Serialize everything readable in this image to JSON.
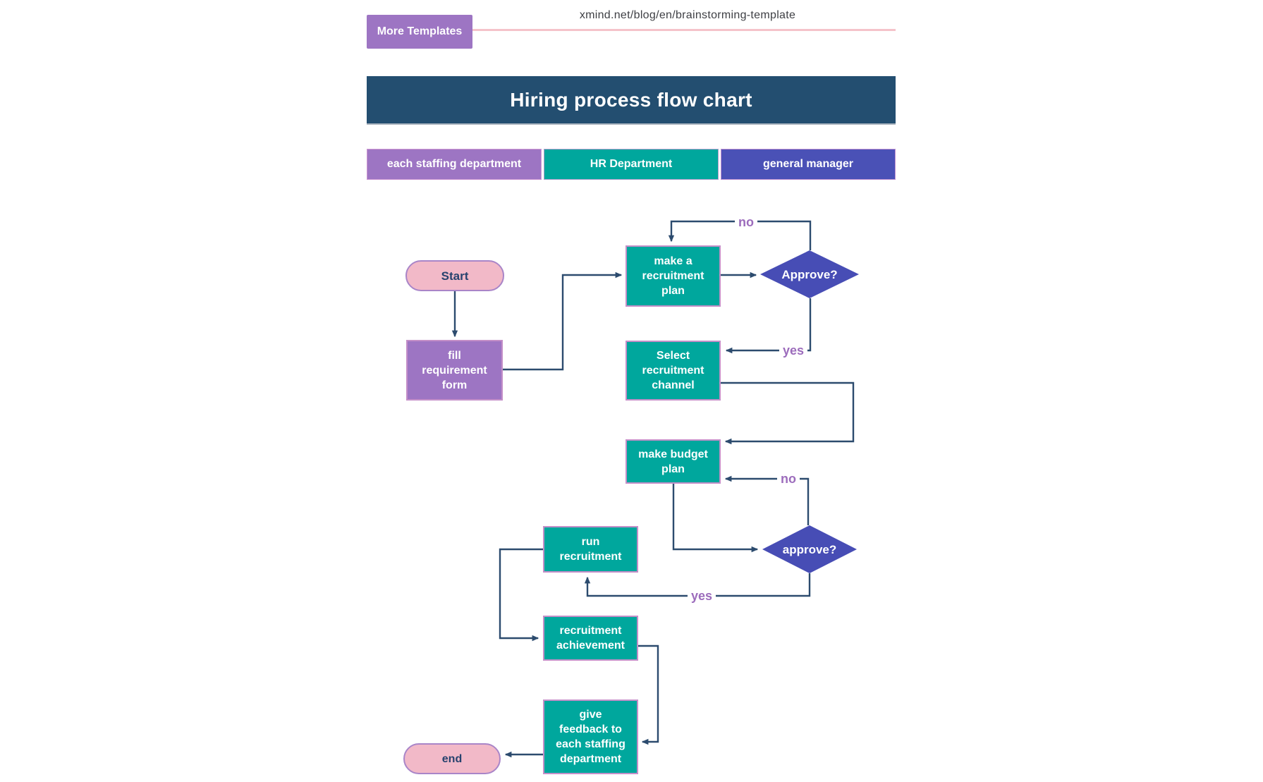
{
  "header": {
    "more_templates_label": "More Templates",
    "url_text": "xmind.net/blog/en/brainstorming-template",
    "title": "Hiring process flow chart"
  },
  "lanes": [
    {
      "label": "each staffing department"
    },
    {
      "label": "HR Department"
    },
    {
      "label": "general manager"
    }
  ],
  "nodes": {
    "start": {
      "shape": "terminator",
      "label": "Start"
    },
    "fill_form": {
      "shape": "process",
      "label": "fill\nrequirement\nform"
    },
    "make_plan": {
      "shape": "process",
      "label": "make a\nrecruitment\nplan"
    },
    "approve_1": {
      "shape": "decision",
      "label": "Approve?"
    },
    "select_channel": {
      "shape": "process",
      "label": "Select\nrecruitment\nchannel"
    },
    "budget_plan": {
      "shape": "process",
      "label": "make budget\nplan"
    },
    "approve_2": {
      "shape": "decision",
      "label": "approve?"
    },
    "run_recruitment": {
      "shape": "process",
      "label": "run\nrecruitment"
    },
    "achievement": {
      "shape": "process",
      "label": "recruitment\nachievement"
    },
    "feedback": {
      "shape": "process",
      "label": "give\nfeedback to\neach staffing\ndepartment"
    },
    "end": {
      "shape": "terminator",
      "label": "end"
    }
  },
  "edge_labels": {
    "no_1": "no",
    "yes_1": "yes",
    "no_2": "no",
    "yes_2": "yes"
  },
  "colors": {
    "purple": "#9d75c3",
    "teal": "#00a79d",
    "indigo": "#4a51b6",
    "diamond": "#474db5",
    "navy": "#234e70",
    "pink": "#f2b9c8",
    "pink_line": "#f5c3ca",
    "connector": "#2c4b6e",
    "edge_label": "#9c6cbc",
    "node_border": "#c48fc8",
    "pill_border": "#a985c8",
    "pill_text": "#27426e",
    "url_text": "#3e3f44"
  }
}
